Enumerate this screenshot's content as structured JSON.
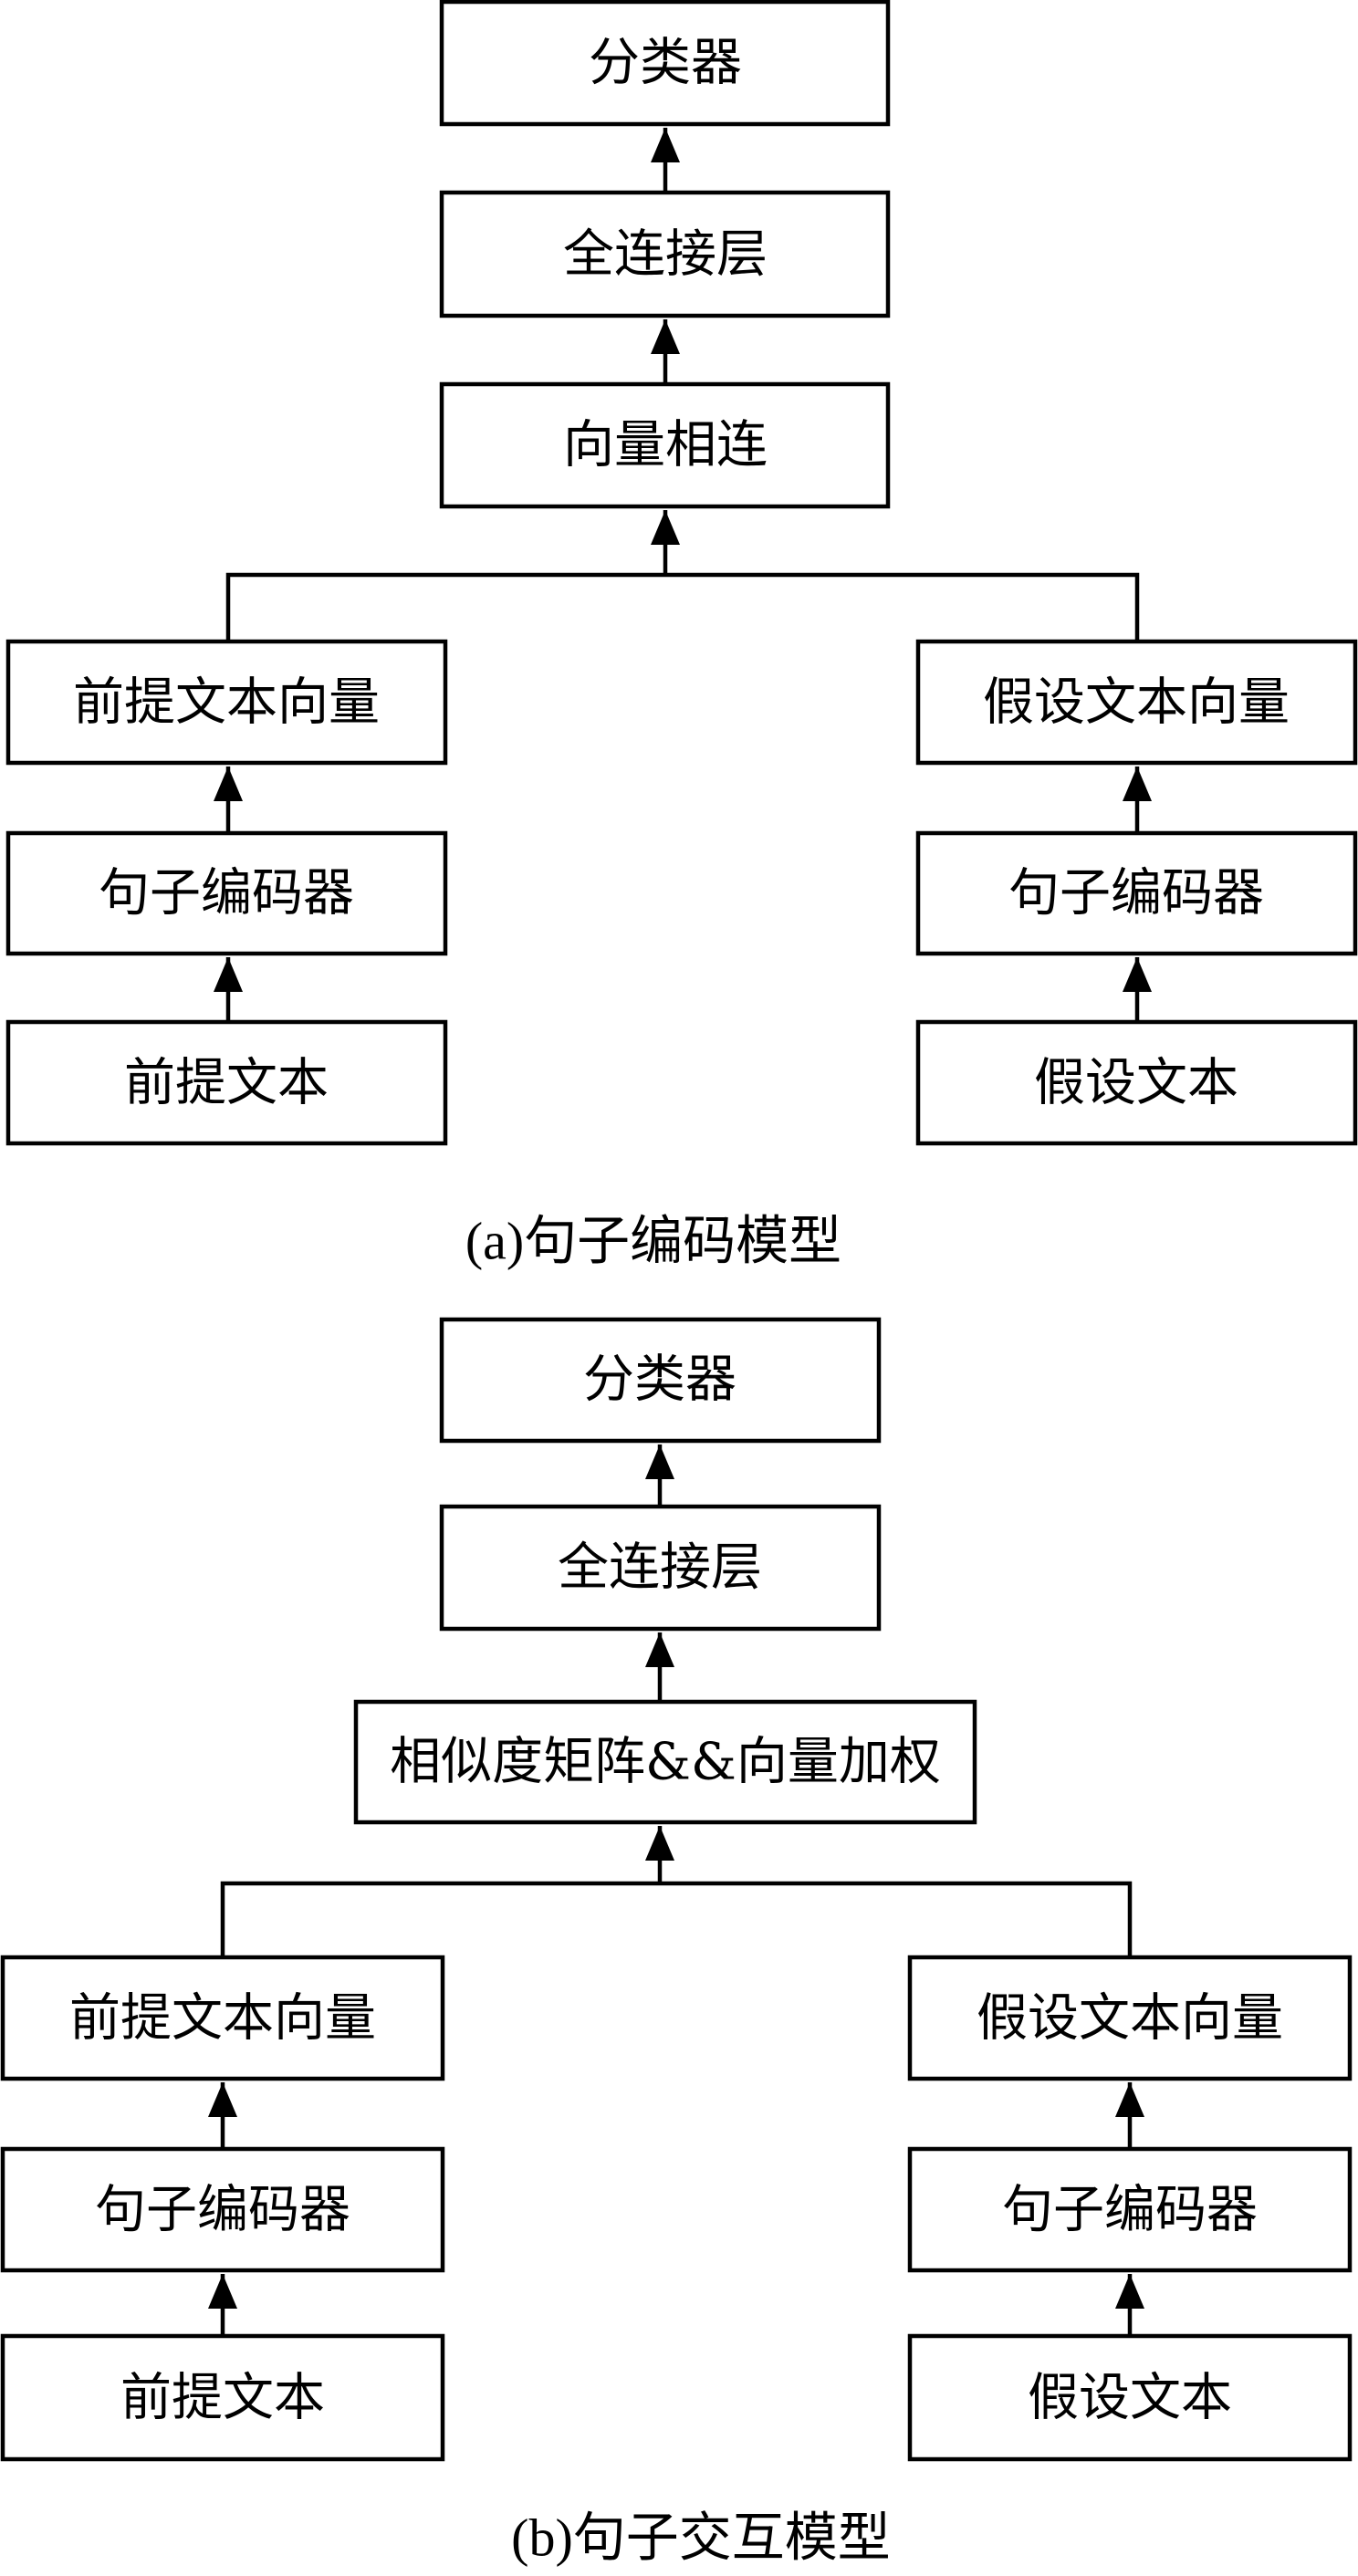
{
  "diagram_a": {
    "caption": "(a)句子编码模型",
    "nodes": {
      "classifier": "分类器",
      "fully_connected": "全连接层",
      "vector_concat": "向量相连",
      "premise_vector": "前提文本向量",
      "hypothesis_vector": "假设文本向量",
      "premise_encoder": "句子编码器",
      "hypothesis_encoder": "句子编码器",
      "premise_text": "前提文本",
      "hypothesis_text": "假设文本"
    }
  },
  "diagram_b": {
    "caption": "(b)句子交互模型",
    "nodes": {
      "classifier": "分类器",
      "fully_connected": "全连接层",
      "similarity_weighting": "相似度矩阵&&向量加权",
      "premise_vector": "前提文本向量",
      "hypothesis_vector": "假设文本向量",
      "premise_encoder": "句子编码器",
      "hypothesis_encoder": "句子编码器",
      "premise_text": "前提文本",
      "hypothesis_text": "假设文本"
    }
  }
}
